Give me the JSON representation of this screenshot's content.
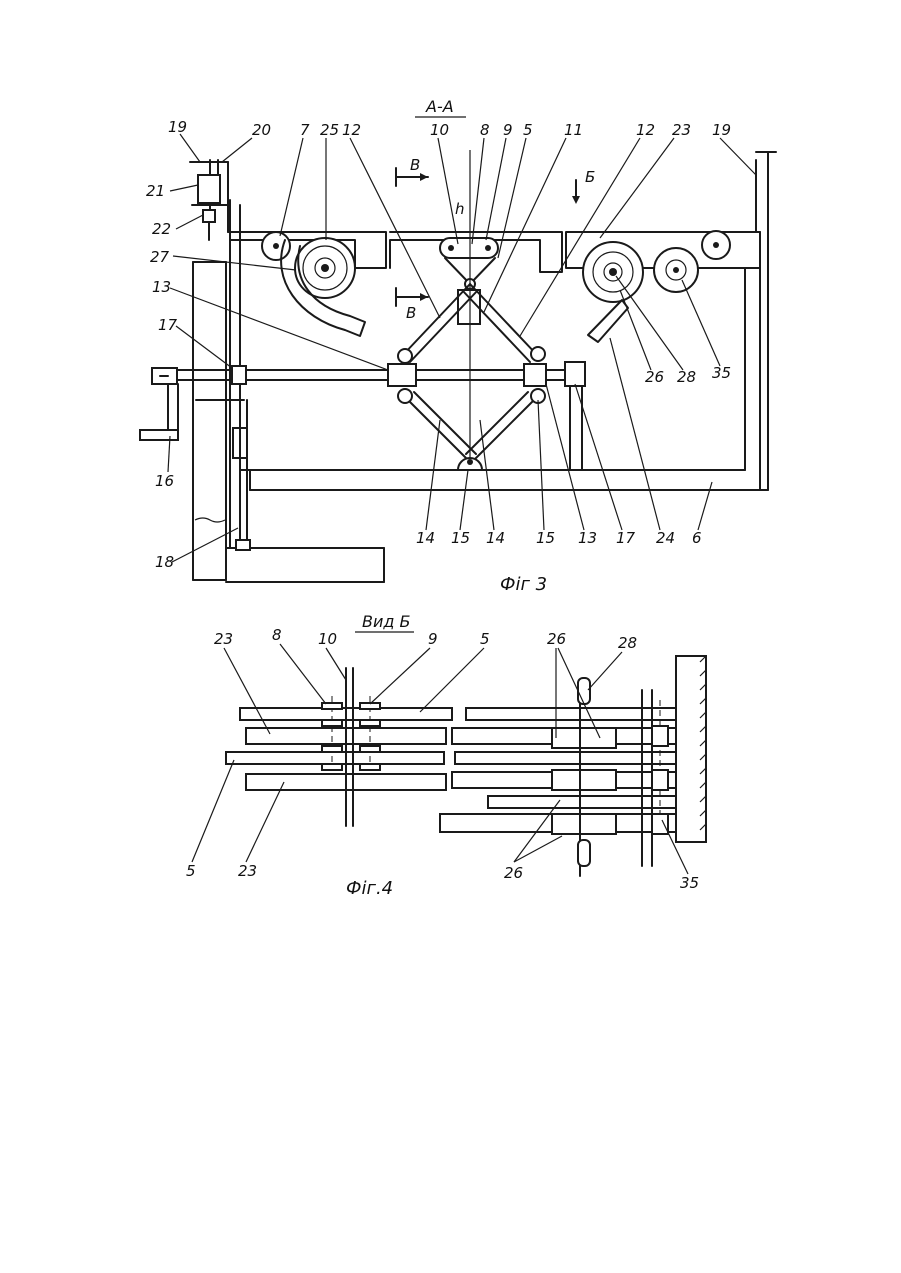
{
  "figure3": {
    "section_title": "А-А",
    "caption": "Фіг 3",
    "view_marks": {
      "b_top": "Б",
      "v_upper": "В",
      "v_lower": "В",
      "h": "h"
    },
    "labels": {
      "l19a": "19",
      "l20": "20",
      "l7": "7",
      "l25": "25",
      "l12a": "12",
      "l10": "10",
      "l8": "8",
      "l9": "9",
      "l5": "5",
      "l11": "11",
      "l12b": "12",
      "l23": "23",
      "l19b": "19",
      "l21": "21",
      "l22": "22",
      "l27": "27",
      "l13a": "13",
      "l17a": "17",
      "l16": "16",
      "l18": "18",
      "l14a": "14",
      "l15a": "15",
      "l14b": "14",
      "l15b": "15",
      "l13b": "13",
      "l17b": "17",
      "l24": "24",
      "l6": "6",
      "l26": "26",
      "l28": "28",
      "l35": "35"
    }
  },
  "figure4": {
    "section_title": "Вид Б",
    "caption": "Фіг.4",
    "labels": {
      "l23a": "23",
      "l8": "8",
      "l10": "10",
      "l9": "9",
      "l5a": "5",
      "l26a": "26",
      "l28": "28",
      "l5b": "5",
      "l23b": "23",
      "l26b": "26",
      "l35": "35"
    }
  }
}
